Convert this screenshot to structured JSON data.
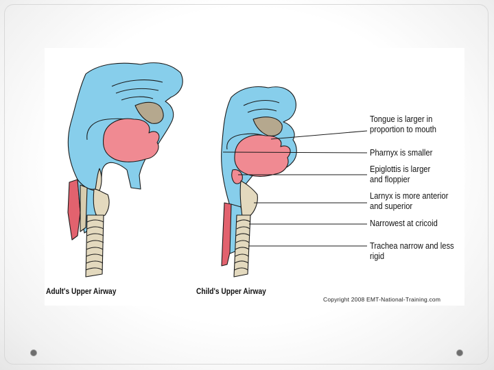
{
  "figure": {
    "adult_caption": "Adult's Upper Airway",
    "child_caption": "Child's Upper Airway",
    "copyright": "Copyright 2008 EMT-National-Training.com",
    "labels": [
      {
        "line1": "Tongue is larger in",
        "line2": "proportion to mouth"
      },
      {
        "line1": "Pharnyx is smaller",
        "line2": ""
      },
      {
        "line1": "Epiglottis is larger",
        "line2": "and floppier"
      },
      {
        "line1": "Larnyx is more anterior",
        "line2": "and superior"
      },
      {
        "line1": "Narrowest at cricoid",
        "line2": ""
      },
      {
        "line1": "Trachea narrow and less",
        "line2": "rigid"
      }
    ]
  },
  "colors": {
    "airway_blue": "#87CEEB",
    "tongue_pink": "#F08A92",
    "tissue_tan": "#B5A88E",
    "cartilage_beige": "#E3D9BE",
    "muscle_red": "#E2626E",
    "outline": "#1a1a1a"
  }
}
